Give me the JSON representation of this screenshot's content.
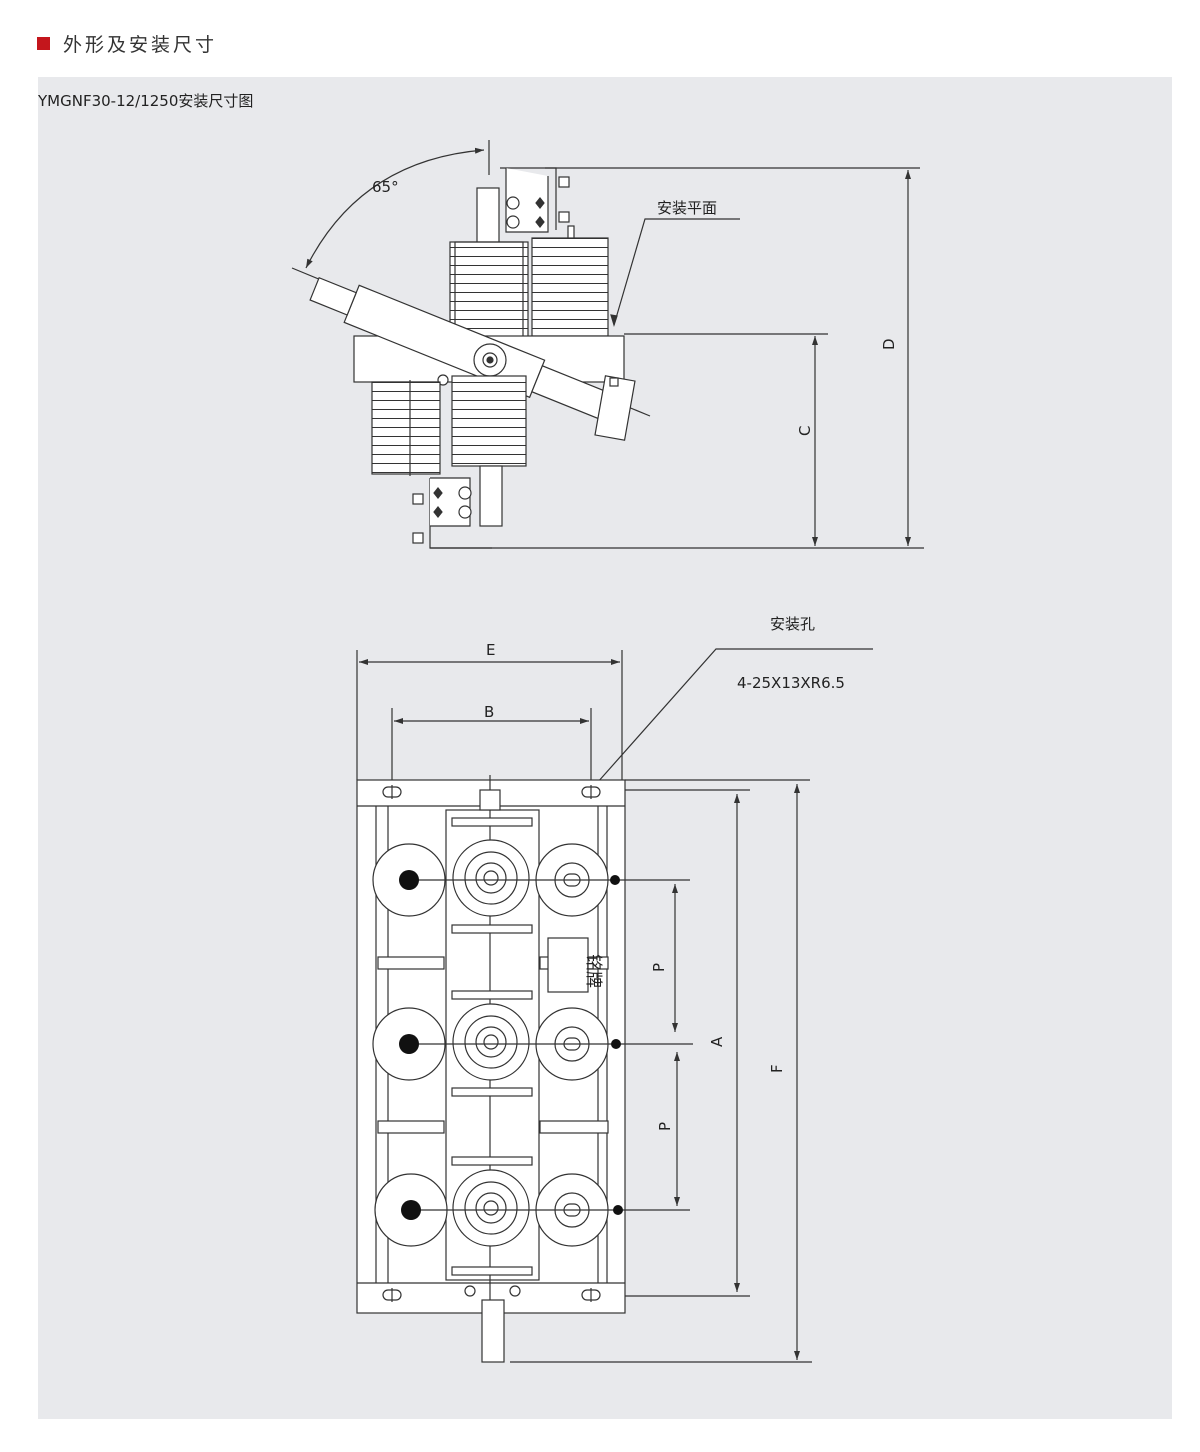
{
  "header": {
    "title": "外形及安装尺寸",
    "accent_color": "#c4161c"
  },
  "diagram": {
    "title": "YMGNF30-12/1250安装尺寸图",
    "side_view": {
      "angle": "65°",
      "mounting_plane_label": "安装平面",
      "dim_c": "C",
      "dim_d": "D"
    },
    "top_view": {
      "mounting_hole_label": "安装孔",
      "mounting_hole_spec": "4-25X13XR6.5",
      "dim_e": "E",
      "dim_b": "B",
      "dim_a": "A",
      "dim_f": "F",
      "dim_p1": "P",
      "dim_p2": "P",
      "nameplate": "铭牌"
    }
  },
  "colors": {
    "panel_bg": "#e8e9ec",
    "line": "#333333",
    "fill_part": "#ffffff"
  }
}
